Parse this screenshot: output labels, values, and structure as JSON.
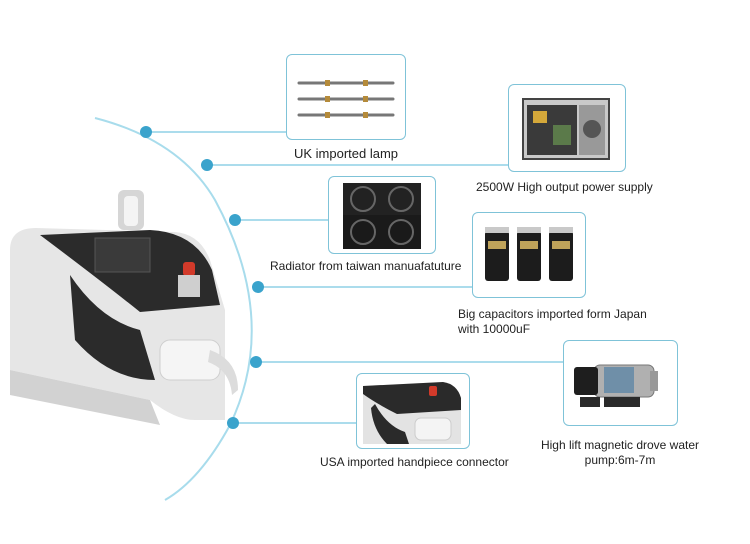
{
  "colors": {
    "accent": "#3aa3cc",
    "arc": "#8fd0e6",
    "frame": "#7fc3d8",
    "device_dark": "#2a2a2a",
    "device_body": "#e8e8e8"
  },
  "components": [
    {
      "id": "lamp",
      "caption": "UK imported lamp",
      "icon": "lamp-tubes-photo"
    },
    {
      "id": "power",
      "caption": "2500W High output power supply",
      "icon": "power-supply-photo"
    },
    {
      "id": "radiator",
      "caption": "Radiator from taiwan manuafatuture",
      "icon": "radiator-fans-photo"
    },
    {
      "id": "capacitors",
      "caption_line1": "Big capacitors imported form Japan",
      "caption_line2": "with 10000uF",
      "icon": "capacitors-photo"
    },
    {
      "id": "pump",
      "caption_line1": "High lift magnetic drove water",
      "caption_line2": "pump:6m-7m",
      "icon": "water-pump-photo"
    },
    {
      "id": "connector",
      "caption": "USA imported handpiece connector",
      "icon": "handpiece-connector-photo"
    }
  ],
  "device": {
    "icon": "ipl-machine-photo"
  }
}
